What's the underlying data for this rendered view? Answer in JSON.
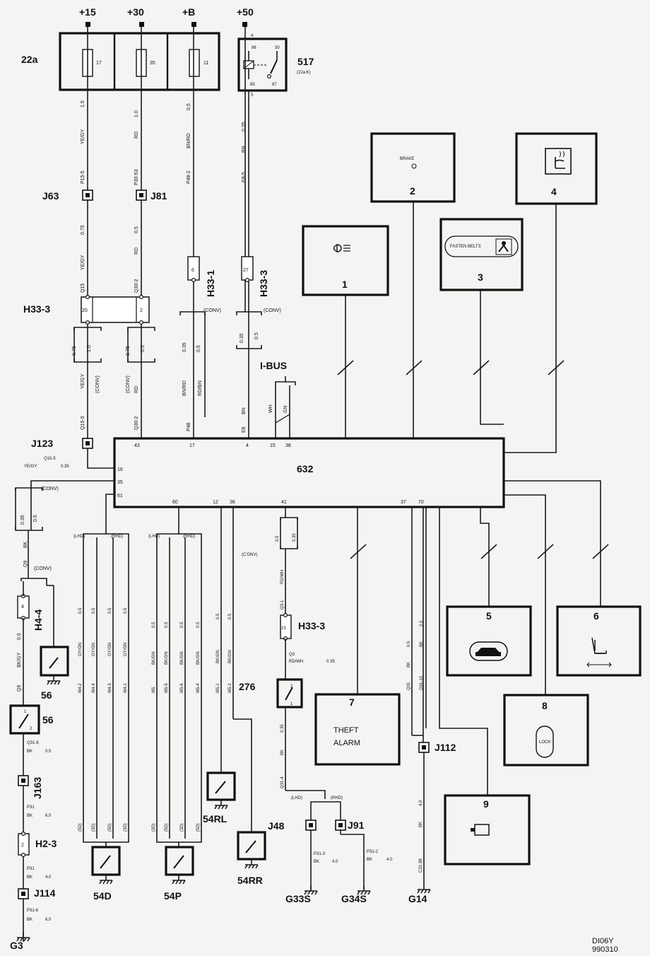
{
  "supply": {
    "s15": "+15",
    "s30": "+30",
    "sB": "+B",
    "s50": "+50"
  },
  "fusebox": {
    "label": "22a",
    "f1": "17",
    "f2": "35",
    "f3": "11"
  },
  "relay": {
    "label": "517",
    "sub": "(22a:K)",
    "p86": "86",
    "p30": "30",
    "p85": "85",
    "p87": "87",
    "p4": "4",
    "p5": "5"
  },
  "wires": {
    "w15_size": "1.5",
    "w15_color": "YE/GY",
    "w15_code": "P15-5",
    "w30_size": "1.0",
    "w30_color": "RD",
    "w30_code": "P30-53",
    "wB_size": "0.5",
    "wB_color": "BN/RD",
    "wB_code": "P48-2",
    "w50_size": "0.35",
    "w50_color": "BN",
    "w50_code": "E8-5",
    "w15b_size": "0.75",
    "w15b_color": "YE/GY",
    "w15b_code": "Q15",
    "w30b_size": "0.5",
    "w30b_color": "RD",
    "w30b_code": "Q30-2"
  },
  "junctions": {
    "j63": "J63",
    "j81": "J81",
    "j123": "J123",
    "j163": "J163",
    "j114": "J114",
    "j112": "J112",
    "j48": "J48",
    "j91": "J91"
  },
  "connectors": {
    "h33_3": "H33-3",
    "c20": "20",
    "c2": "2",
    "h33_1": "H33-1",
    "c6": "6",
    "c27": "27",
    "h4_4": "H4-4",
    "c4": "4",
    "h2_3": "H2-3",
    "c2b": "2",
    "c23": "23"
  },
  "conv": {
    "conv": "(CONV)",
    "conv_alt": "(C'ONV)"
  },
  "splits": {
    "a": "0.75",
    "b": "1.0",
    "c": "0.75",
    "d": "0.5",
    "e": "0.35",
    "f": "0.5",
    "g": "0.35",
    "h": "0.5"
  },
  "branch": {
    "c15": "Q15-3",
    "c30": "Q30-2",
    "c48": "P48",
    "c8": "E8",
    "ye": "YE/GY",
    "rd": "RD",
    "conv": "(CONV)",
    "bnrd": "BN/RD",
    "rdbn": "RD/BN",
    "bn": "BN",
    "wh": "WH",
    "gn": "GN"
  },
  "ibus": {
    "label": "I-BUS"
  },
  "ecu": {
    "label": "632",
    "p43": "43",
    "p17": "17",
    "p4": "4",
    "p15": "15",
    "p38": "38",
    "p16": "16",
    "p35": "35",
    "p61": "61",
    "p60": "60",
    "p12": "12",
    "p36": "36",
    "p41": "41",
    "p37": "37",
    "p70": "70"
  },
  "j123_wire": {
    "code": "Q15-5",
    "color": "YE/GY",
    "size": "0.35"
  },
  "left": {
    "s1": "0.35",
    "s2": "0.5",
    "bk": "BK",
    "q9": "Q9",
    "conv": "(CONV)",
    "s3": "0.5",
    "bkgy": "BK/GY",
    "q9b": "Q9",
    "sw56a": "56",
    "sw56b": "56",
    "p1": "1",
    "p2": "2",
    "q316": "Q31-6",
    "bk1": "BK",
    "s4": "0.5",
    "p31a": "P31",
    "bk2": "BK",
    "s5": "6.0",
    "p31b": "P31",
    "bk3": "BK",
    "s6": "4.0",
    "p316": "P31-6",
    "bk4": "BK",
    "s7": "6.0",
    "g3": "G3"
  },
  "groups": {
    "lhd": "(LHD)",
    "rhd": "(RHD)",
    "d_col": "GY/GN",
    "d_size": "0.5",
    "d1": "I64-2",
    "d2": "I64-4",
    "d3": "I64-3",
    "d4": "I64-1",
    "p_col": "BK/GN",
    "p_size": "0.5",
    "pp1": "I65",
    "pp2": "I65-5",
    "pp3": "I65-6",
    "pp4": "I65-4",
    "pp5": "I65-1",
    "pp6": "I65-2",
    "d5": "(5D)",
    "d3d": "(3D)",
    "sw_d": "54D",
    "sw_p": "54P",
    "sw_rl": "54RL",
    "sw_rr": "54RR",
    "lbl276": "276"
  },
  "mid": {
    "s035": "0.35",
    "s05": "0.5",
    "rdwh": "RD/WH",
    "q31": "Q3-1",
    "q3": "Q3",
    "rdwh2": "RD/WH",
    "s035b": "0 35",
    "p2": "2",
    "p1": "1",
    "s035c": "0.35",
    "bk": "BK",
    "q314": "Q31-4",
    "lhd": "(LHD)",
    "rhd": "(RHD)",
    "p313": "P31-3",
    "bk5": "BK",
    "s40": "4.0",
    "p312": "P31-2",
    "bk6": "BK",
    "s40b": "4.0",
    "g33": "G33S",
    "g34": "G34S"
  },
  "right": {
    "q31": "Q31",
    "bk": "BK",
    "s05": "0.5",
    "q3110": "Q31-10",
    "bk2": "BK",
    "s25": "2.5",
    "bk3": "BK",
    "s40": "4.0",
    "c3138": "C31-38",
    "g14": "G14"
  },
  "boxes": {
    "b1": "1",
    "b2": "2",
    "b3": "3",
    "b4": "4",
    "b5": "5",
    "b6": "6",
    "b7": "7",
    "b8": "8",
    "b9": "9",
    "brake": "BRAKE",
    "fasten": "FASTEN BELTS",
    "theft": "THEFT",
    "alarm": "ALARM",
    "lock": "LOCK"
  },
  "footer": {
    "code": "DI06Y",
    "date": "990310"
  }
}
